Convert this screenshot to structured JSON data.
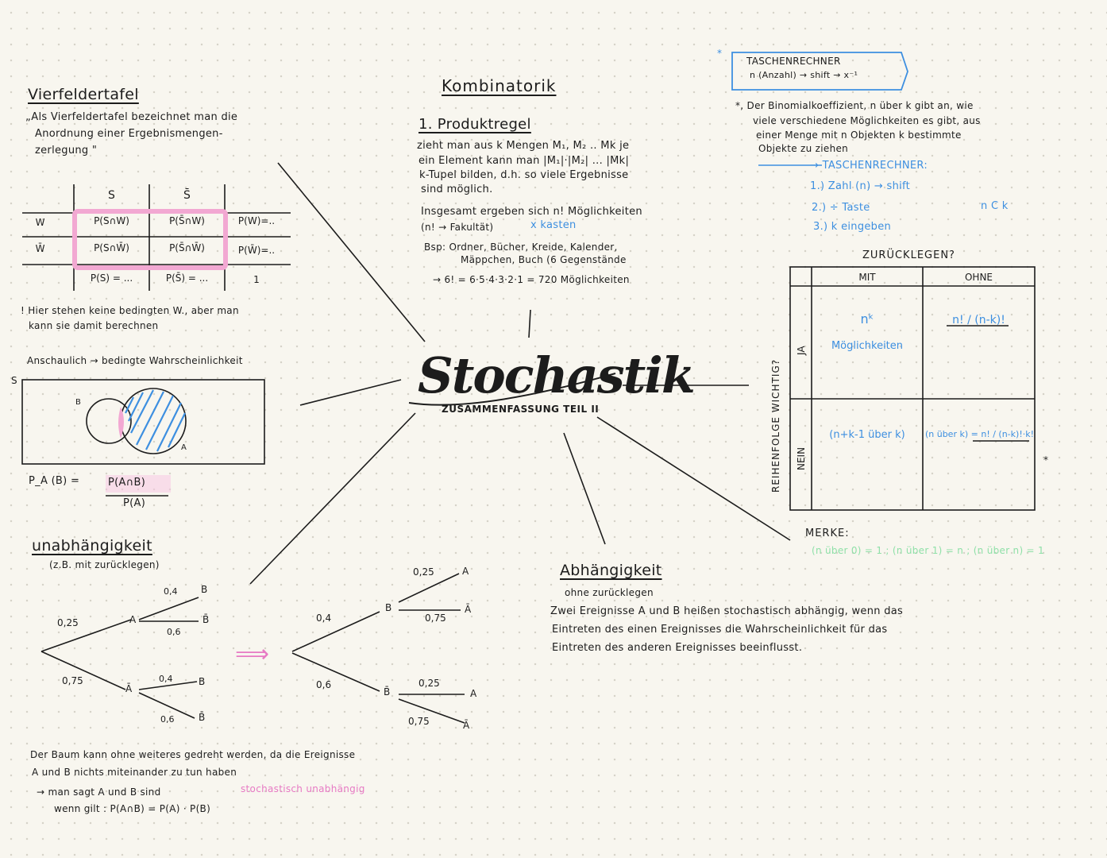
{
  "center": {
    "title": "Stochastik",
    "subtitle": "ZUSAMMENFASSUNG TEIL II"
  },
  "vierfelder": {
    "heading": "Vierfeldertafel",
    "def": [
      "„Als Vierfeldertafel bezeichnet man die",
      "Anordnung einer Ergebnismengen-",
      "zerlegung \""
    ],
    "table": {
      "col_s": "S",
      "col_sbar": "S̄",
      "row_w": "W",
      "row_wbar": "W̄",
      "c11": "P(S∩W)",
      "c12": "P(S̄∩W)",
      "c13": "P(W)=..",
      "c21": "P(S∩W̄)",
      "c22": "P(S̄∩W̄)",
      "c23": "P(W̄)=..",
      "c31": "P(S) = ...",
      "c32": "P(S̄) = ...",
      "c33": "1"
    },
    "note": [
      "! Hier stehen keine bedingten W., aber man",
      "kann sie damit berechnen"
    ],
    "anschaulich": "Anschaulich → bedingte Wahrscheinlichkeit",
    "venn_s": "S",
    "venn_a": "A",
    "venn_b": "B",
    "formula_left": "P_A (B) =",
    "formula_num": "P(A∩B)",
    "formula_den": "P(A)"
  },
  "unabh": {
    "heading": "unabhängigkeit",
    "sub": "(z.B. mit zurücklegen)",
    "tree1": {
      "p_a": "0,25",
      "p_abar": "0,75",
      "a": "A",
      "abar": "Ā",
      "b": "B",
      "bbar": "B̄",
      "p1": "0,4",
      "p2": "0,6",
      "p3": "0,4",
      "p4": "0,6"
    },
    "tree2": {
      "p_b": "0,4",
      "p_bbar": "0,6",
      "b": "B",
      "bbar": "B̄",
      "a": "A",
      "abar": "Ā",
      "p1": "0,25",
      "p2": "0,75",
      "p3": "0,25",
      "p4": "0,75"
    },
    "arrow": "⟹",
    "text": [
      "Der Baum kann ohne weiteres gedreht werden, da die Ereignisse",
      "A und B nichts miteinander zu tun haben"
    ],
    "line3a": "→ man sagt A und B sind",
    "line3b": "stochastisch unabhängig",
    "line4": "wenn gilt : P(A∩B) = P(A) · P(B)"
  },
  "kombi": {
    "heading": "Kombinatorik",
    "sub": "1. Produktregel",
    "text": [
      "zieht man aus k Mengen M₁, M₂ .. Mk je",
      "ein Element kann man |M₁|·|M₂| ... |Mk|",
      "k-Tupel bilden, d.h. so viele Ergebnisse",
      "sind möglich."
    ],
    "insg": "Insgesamt ergeben sich n! Möglichkeiten",
    "fak": "(n! → Fakultät)",
    "fak2": "x kasten",
    "bsp": [
      "Bsp: Ordner, Bücher, Kreide, Kalender,",
      "Mäppchen, Buch (6 Gegenstände"
    ],
    "calc": "→ 6! = 6·5·4·3·2·1 = 720 Möglichkeiten"
  },
  "taschen": {
    "box1": "TASCHENRECHNER",
    "box2": "n (Anzahl) → shift → x⁻¹",
    "star": "*",
    "text": [
      "*, Der Binomialkoeffizient, n über k gibt an, wie",
      "viele verschiedene Möglichkeiten es gibt, aus",
      "einer Menge mit n Objekten k bestimmte",
      "Objekte zu ziehen"
    ],
    "arrow": "→ TASCHENRECHNER:",
    "steps": [
      "1.) Zahl (n) → shift",
      "2.) ÷ Taste",
      "3.) k eingeben"
    ],
    "nck": "n C k"
  },
  "zurueck": {
    "heading": "ZURÜCKLEGEN?",
    "mit": "MIT",
    "ohne": "OHNE",
    "side": "REIHENFOLGE WICHTIG?",
    "ja": "JA",
    "nein": "NEIN",
    "c11": "nᵏ",
    "c11b": "Möglichkeiten",
    "c12": "n! / (n-k)!",
    "c21": "(n+k-1 über k)",
    "c22": "(n über k) = n! / (n-k)!·k!",
    "star": "*",
    "merke": "MERKE:",
    "merke_vals": "(n über 0) = 1 ; (n über 1) = n ; (n über n) = 1"
  },
  "abh": {
    "heading": "Abhängigkeit",
    "sub": "ohne zurücklegen",
    "text": [
      "Zwei Ereignisse A und B heißen stochastisch abhängig, wenn das",
      "Eintreten des einen Ereignisses die Wahrscheinlichkeit für das",
      "Eintreten des anderen Ereignisses beeinflusst."
    ]
  }
}
